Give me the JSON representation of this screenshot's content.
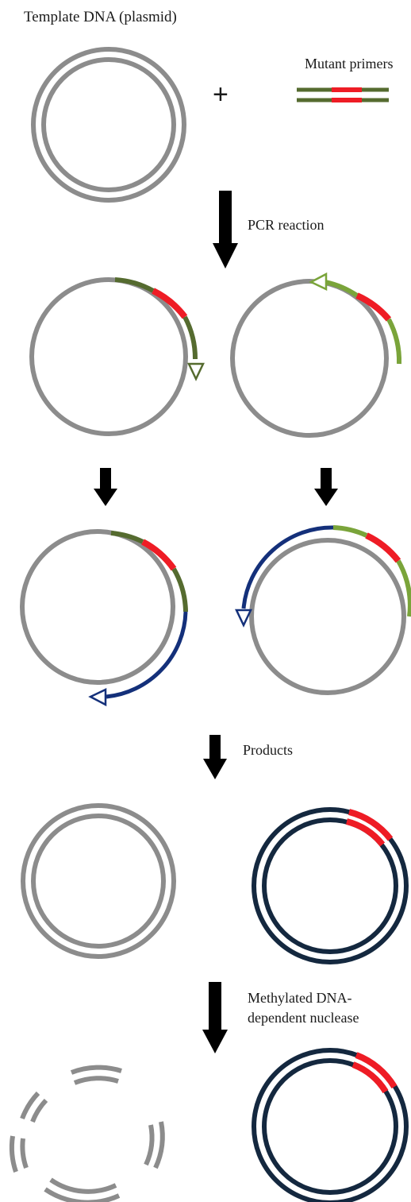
{
  "labels": {
    "template": "Template DNA (plasmid)",
    "plus": "+",
    "mutant_primers": "Mutant primers",
    "pcr": "PCR reaction",
    "products": "Products",
    "nuclease_line1": "Methylated DNA-",
    "nuclease_line2": "dependent nuclease"
  },
  "colors": {
    "template_strand": "#8c8c8c",
    "primer_green_dark": "#556b2f",
    "primer_green_light": "#7aa43a",
    "mutation_red": "#ee1c25",
    "new_strand_blue": "#14307a",
    "product_strand": "#14283f",
    "arrow": "#000000"
  }
}
